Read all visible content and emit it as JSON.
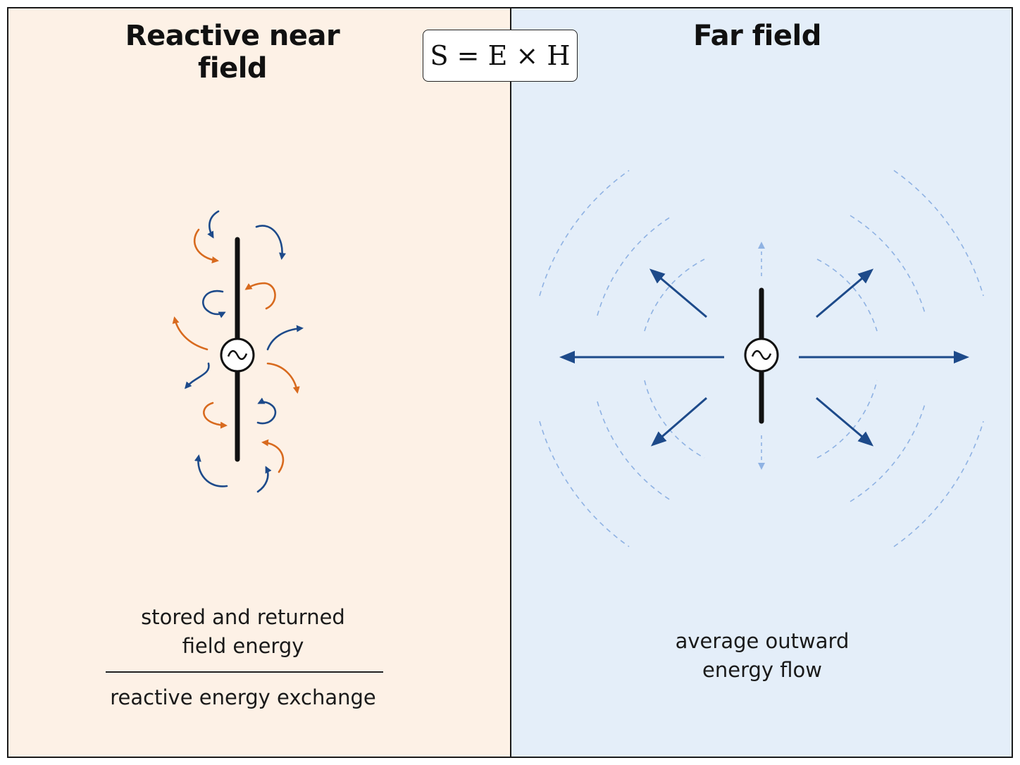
{
  "left_panel": {
    "title": "Reactive near field",
    "caption_line1": "stored and returned",
    "caption_line2": "field energy",
    "caption_bottom": "reactive energy exchange"
  },
  "formula": "S = E × H",
  "right_panel": {
    "title": "Far field",
    "caption_line1": "average outward",
    "caption_line2": "energy flow"
  },
  "source_symbol": "~",
  "colors": {
    "left_bg": "#fdf1e6",
    "right_bg": "#e4eef9",
    "blue_arrow": "#1d4a8a",
    "orange_arrow": "#d86a1e",
    "wavefront": "#8fb2e3"
  }
}
